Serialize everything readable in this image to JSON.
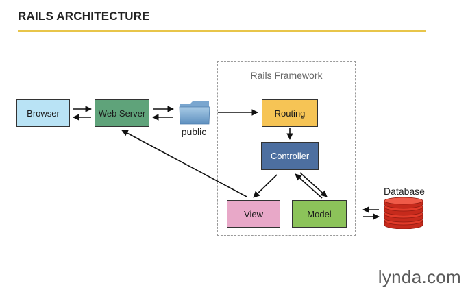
{
  "slide": {
    "title": "RAILS ARCHITECTURE",
    "brand": "lynda.com"
  },
  "diagram": {
    "framework_label": "Rails Framework",
    "nodes": {
      "browser": "Browser",
      "web_server": "Web Server",
      "public": "public",
      "routing": "Routing",
      "controller": "Controller",
      "view": "View",
      "model": "Model",
      "database": "Database"
    },
    "icons": {
      "public": "folder-icon",
      "database": "database-icon"
    },
    "colors": {
      "title_rule": "#e8c54a",
      "browser": "#b9e3f5",
      "web_server": "#5fa37a",
      "routing": "#f6c455",
      "controller": "#4d6fa0",
      "view": "#e8a8c8",
      "model": "#8cc35a",
      "database": "#e23b2a"
    }
  }
}
